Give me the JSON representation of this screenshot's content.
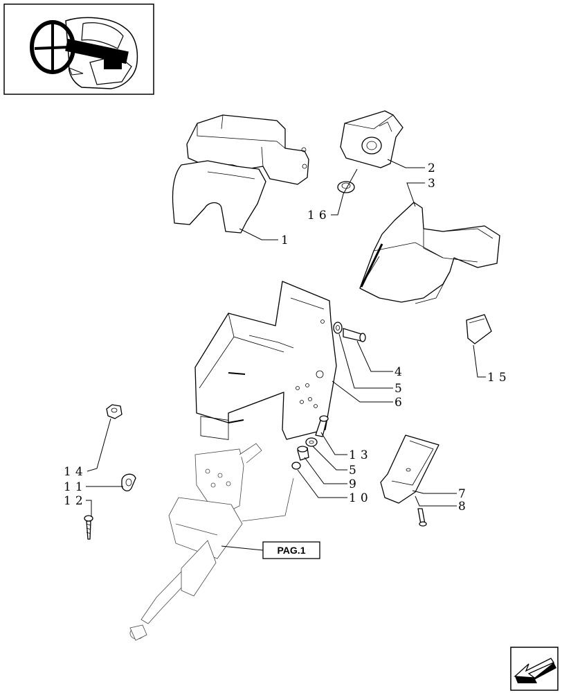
{
  "callouts": [
    "1",
    "2",
    "3",
    "4",
    "5",
    "6",
    "7",
    "8",
    "9",
    "10",
    "11",
    "12",
    "13",
    "14",
    "15",
    "16"
  ],
  "callout_5b": "5",
  "reference": {
    "label": "PAG.1"
  }
}
